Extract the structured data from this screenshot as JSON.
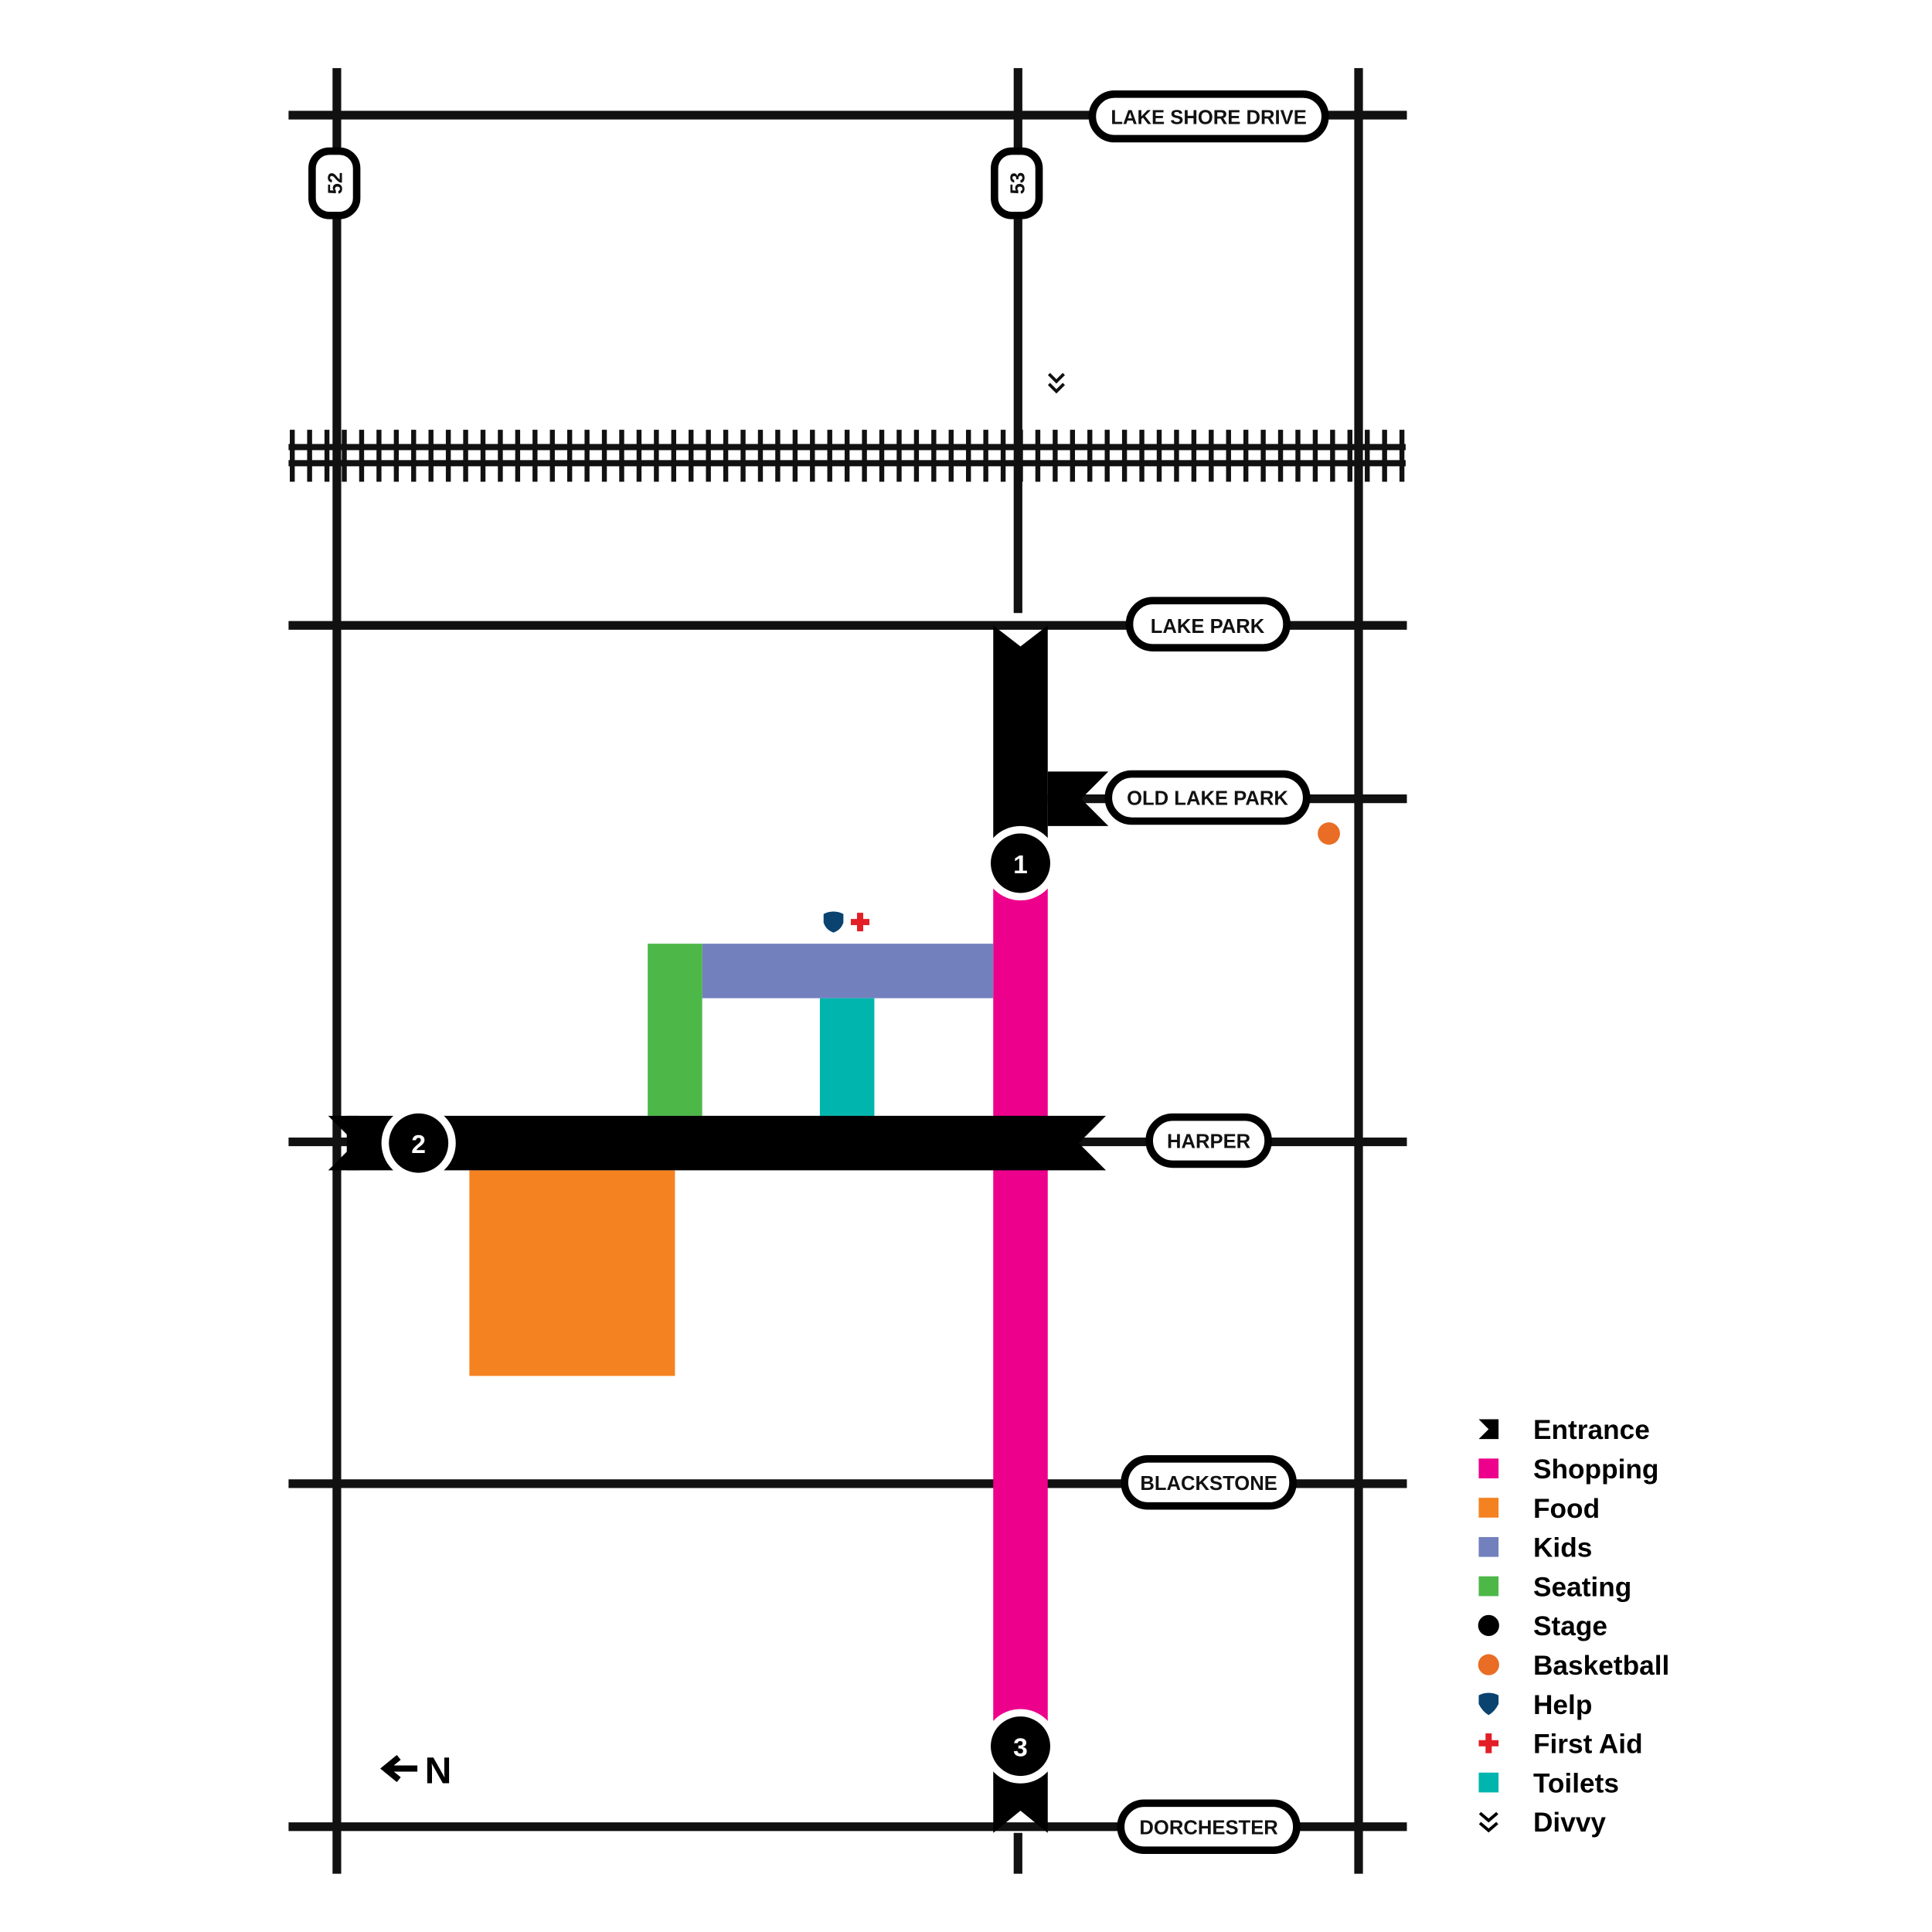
{
  "map": {
    "streets": {
      "lake_shore_drive": "LAKE SHORE DRIVE",
      "lake_park": "LAKE PARK",
      "old_lake_park": "OLD LAKE PARK",
      "harper": "HARPER",
      "blackstone": "BLACKSTONE",
      "dorchester": "DORCHESTER",
      "st52": "52",
      "st53": "53"
    },
    "stages": [
      "1",
      "2",
      "3"
    ],
    "north_label": "N"
  },
  "colors": {
    "shopping": "#EC008C",
    "food": "#F58220",
    "kids": "#7380BE",
    "seating": "#4DB848",
    "toilets": "#00B5AD",
    "basketball": "#E96D25",
    "help": "#0B4370",
    "first_aid": "#E31E26"
  },
  "legend": [
    {
      "label": "Entrance",
      "icon": "entrance-icon"
    },
    {
      "label": "Shopping",
      "icon": "square"
    },
    {
      "label": "Food",
      "icon": "square"
    },
    {
      "label": "Kids",
      "icon": "square"
    },
    {
      "label": "Seating",
      "icon": "square"
    },
    {
      "label": "Stage",
      "icon": "circle"
    },
    {
      "label": "Basketball",
      "icon": "circle"
    },
    {
      "label": "Help",
      "icon": "shield-icon"
    },
    {
      "label": "First Aid",
      "icon": "cross-icon"
    },
    {
      "label": "Toilets",
      "icon": "square"
    },
    {
      "label": "Divvy",
      "icon": "double-chevron-icon"
    }
  ]
}
